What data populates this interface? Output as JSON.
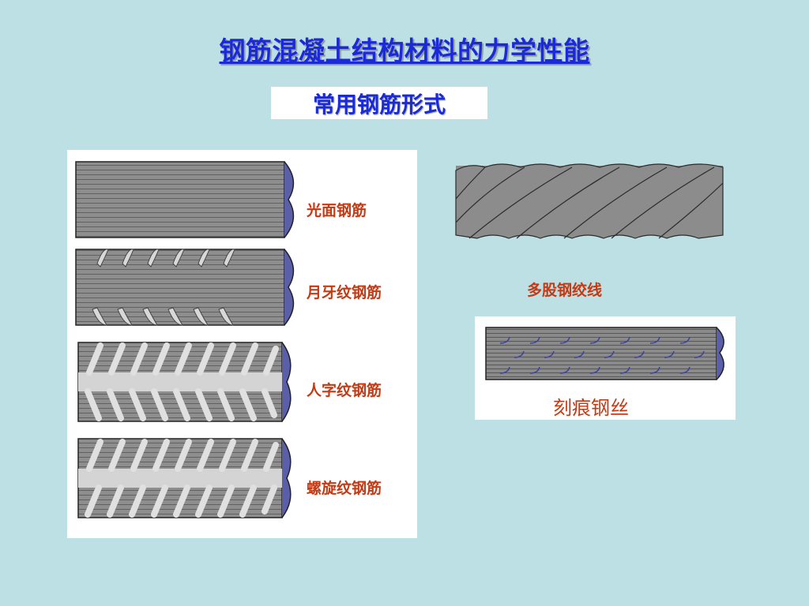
{
  "page": {
    "title": "钢筋混凝土结构材料的力学性能",
    "subtitle": "常用钢筋形式"
  },
  "rebar_types": [
    {
      "label": "光面钢筋"
    },
    {
      "label": "月牙纹钢筋"
    },
    {
      "label": "人字纹钢筋"
    },
    {
      "label": "螺旋纹钢筋"
    }
  ],
  "strand": {
    "label": "多股钢绞线"
  },
  "indented_wire": {
    "label": "刻痕钢丝"
  },
  "colors": {
    "background": "#bde0e4",
    "title": "#1a2ad8",
    "label": "#c43a14",
    "steel": "#8a8a8a",
    "end_cap": "#5a5fa8"
  }
}
